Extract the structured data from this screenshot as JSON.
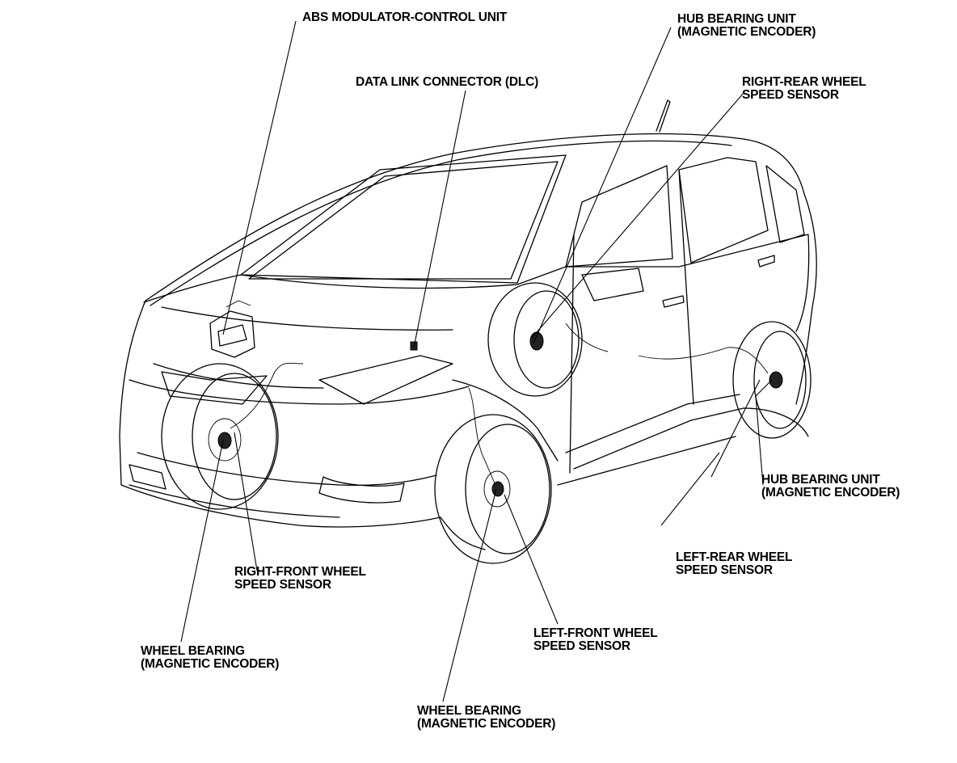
{
  "labels": {
    "abs_unit": [
      "ABS MODULATOR-CONTROL UNIT"
    ],
    "dlc": [
      "DATA LINK CONNECTOR (DLC)"
    ],
    "hub_bearing_rear_right": [
      "HUB BEARING UNIT",
      "(MAGNETIC ENCODER)"
    ],
    "rr_sensor": [
      "RIGHT-REAR WHEEL",
      "SPEED SENSOR"
    ],
    "hub_bearing_rear_left": [
      "HUB BEARING UNIT",
      "(MAGNETIC ENCODER)"
    ],
    "lr_sensor": [
      "LEFT-REAR WHEEL",
      "SPEED SENSOR"
    ],
    "rf_sensor": [
      "RIGHT-FRONT WHEEL",
      "SPEED SENSOR"
    ],
    "wheel_bearing_right": [
      "WHEEL BEARING",
      "(MAGNETIC ENCODER)"
    ],
    "lf_sensor": [
      "LEFT-FRONT WHEEL",
      "SPEED SENSOR"
    ],
    "wheel_bearing_left": [
      "WHEEL BEARING",
      "(MAGNETIC ENCODER)"
    ]
  }
}
